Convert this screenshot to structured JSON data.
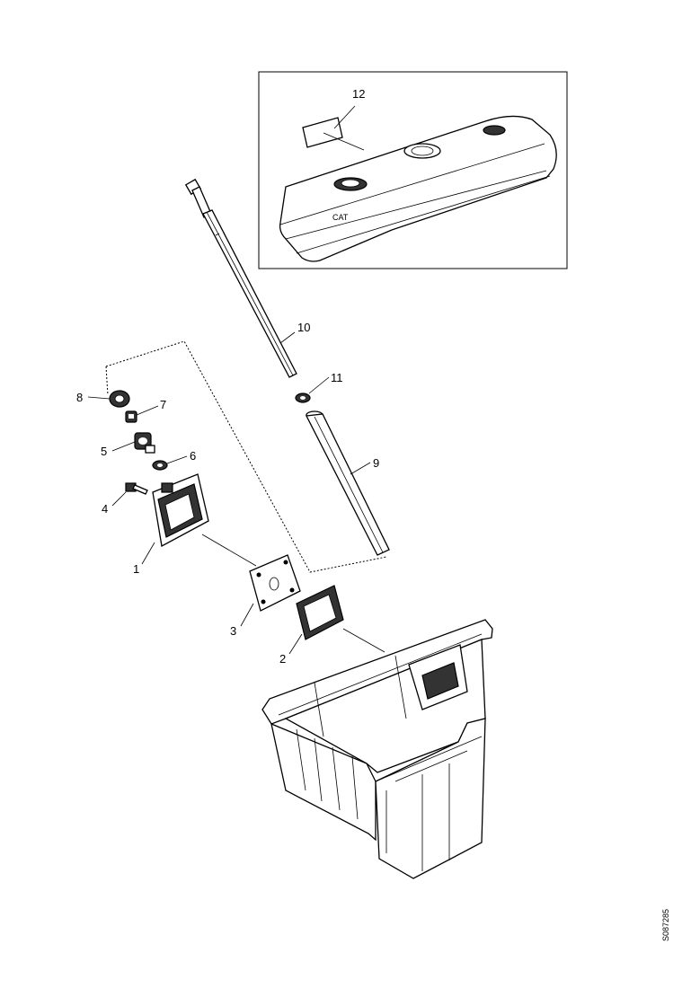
{
  "callouts": {
    "c1": "1",
    "c2": "2",
    "c3": "3",
    "c4": "4",
    "c5": "5",
    "c6": "6",
    "c7": "7",
    "c8": "8",
    "c9": "9",
    "c10": "10",
    "c11": "11",
    "c12": "12"
  },
  "reference_number": "S087285"
}
